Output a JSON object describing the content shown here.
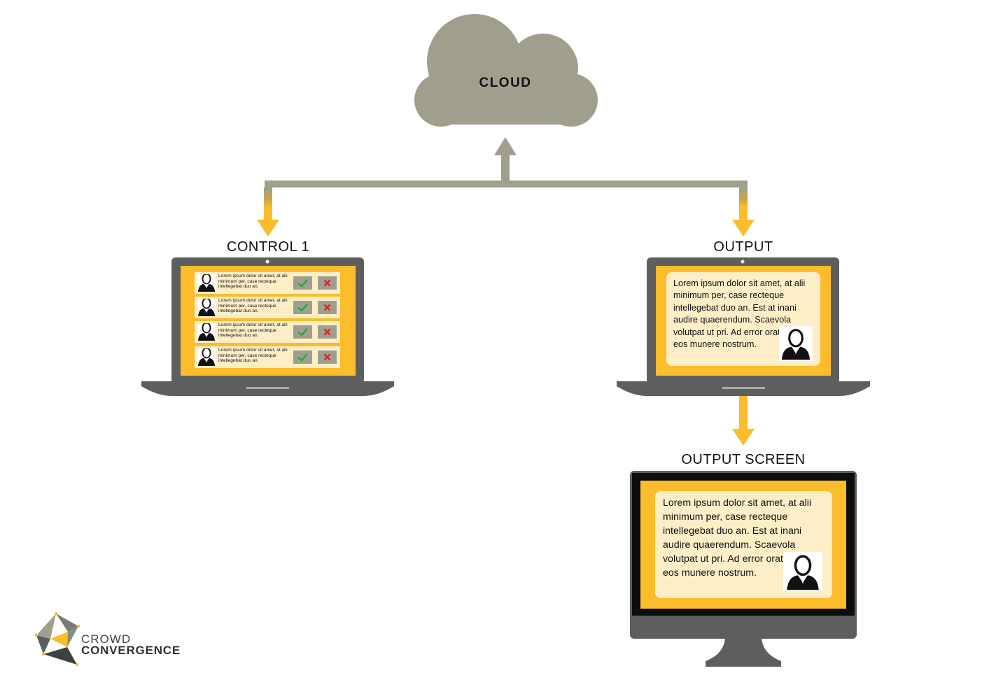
{
  "cloud": {
    "label": "CLOUD"
  },
  "control": {
    "label": "CONTROL 1",
    "rows": [
      {
        "text": "Lorem ipsum dolor sit amet, at alii minimum per, case recteque intellegebat duo an."
      },
      {
        "text": "Lorem ipsum dolor sit amet, at alii minimum per, case recteque intellegebat duo an."
      },
      {
        "text": "Lorem ipsum dolor sit amet, at alii minimum per, case recteque intellegebat duo an."
      },
      {
        "text": "Lorem ipsum dolor sit amet, at alii minimum per, case recteque intellegebat duo an."
      }
    ]
  },
  "output": {
    "label": "OUTPUT",
    "text": "Lorem ipsum dolor sit amet, at alii minimum per, case recteque intellegebat duo an. Est at inani audire quaerendum. Scaevola volutpat ut pri. Ad error oratio ius, in eos munere nostrum."
  },
  "output_screen": {
    "label": "OUTPUT SCREEN",
    "text": "Lorem ipsum dolor sit amet, at alii minimum per, case recteque intellegebat duo an. Est at inani audire quaerendum. Scaevola volutpat ut pri. Ad error oratio ius, in eos munere nostrum."
  },
  "logo": {
    "line1": "CROWD",
    "line2": "CONVERGENCE"
  },
  "colors": {
    "cloud": "#a09f8e",
    "connector": "#a09f8e",
    "arrow": "#fbbd2b",
    "screen": "#fbbd2b",
    "card": "#fdeec8",
    "device": "#5c5f5d",
    "check": "#2aa84a",
    "cross": "#e0262f"
  },
  "icons": {
    "approve": "check-icon",
    "reject": "close-icon",
    "person": "person-icon"
  }
}
